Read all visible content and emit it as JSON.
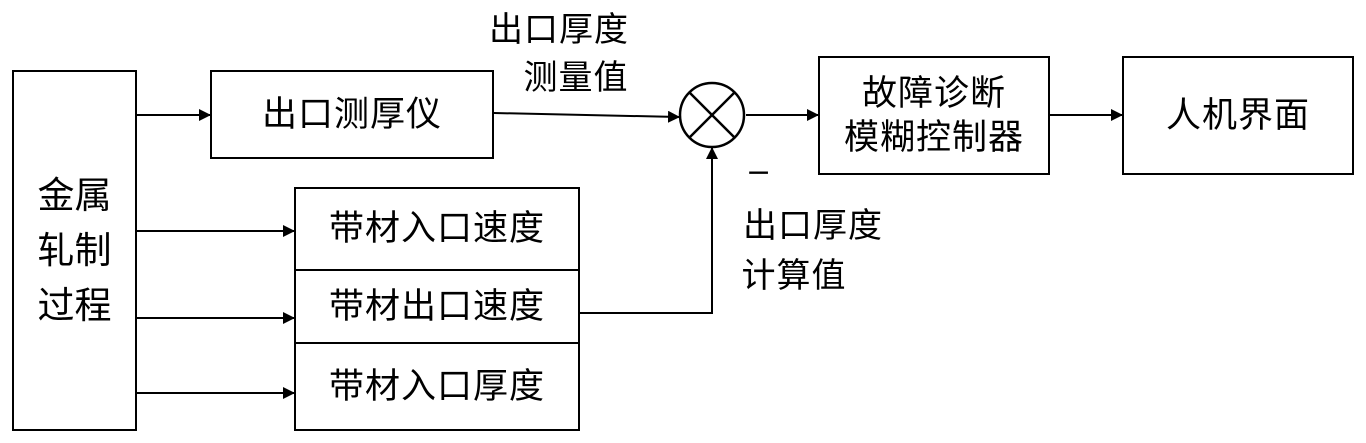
{
  "blocks": {
    "metal_process": "金属轧制过程",
    "exit_gauge": "出口测厚仪",
    "strip_entry_speed": "带材入口速度",
    "strip_exit_speed": "带材出口速度",
    "strip_entry_thickness": "带材入口厚度",
    "fault_diagnosis_line1": "故障诊断",
    "fault_diagnosis_line2": "模糊控制器",
    "hmi": "人机界面"
  },
  "signals": {
    "measured_line1": "出口厚度",
    "measured_line2": "测量值",
    "calculated_line1": "出口厚度",
    "calculated_line2": "计算值",
    "minus_sign": "−"
  }
}
